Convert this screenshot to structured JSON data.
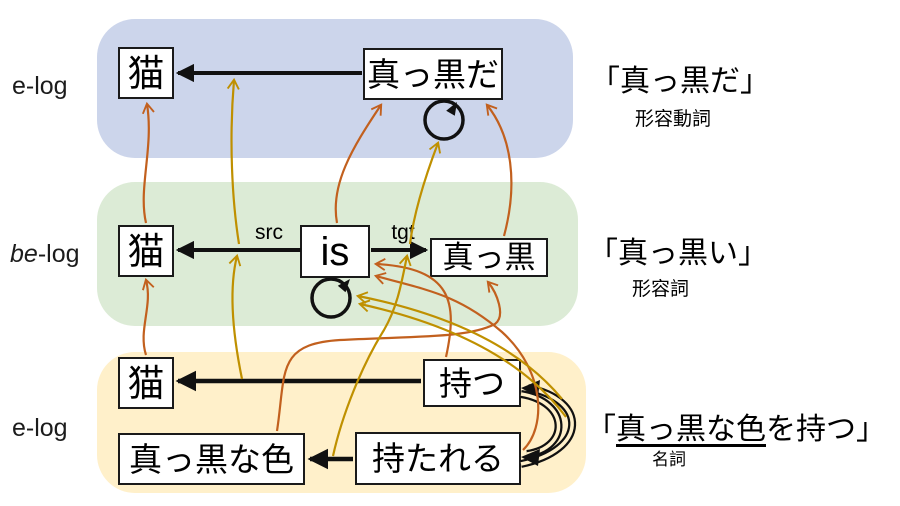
{
  "palette": {
    "orange": "#C2601E",
    "yellow": "#BF9000",
    "ink": "#111111",
    "band_blue": "#CCD5EB",
    "band_green": "#DCEBD6",
    "band_yellow": "#FFF0CA",
    "box_bg": "#FFFFFF",
    "box_border": "#1A1A1A"
  },
  "rows": [
    {
      "label_italic": "",
      "label_rest": "e-log",
      "caption": "「真っ黒だ」",
      "pos": "形容動詞"
    },
    {
      "label_italic": "be",
      "label_rest": "-log",
      "caption": "「真っ黒い」",
      "pos": "形容詞"
    },
    {
      "label_italic": "",
      "label_rest": "e-log",
      "caption_open": "「",
      "caption_underlined": "真っ黒な色",
      "caption_rest": "を持つ」",
      "pos": "名詞"
    }
  ],
  "nodes": {
    "cat_top": "猫",
    "black_pred_top": "真っ黒だ",
    "cat_mid": "猫",
    "is_verb": "is",
    "black_mid": "真っ黒",
    "cat_bottom": "猫",
    "have": "持つ",
    "black_color": "真っ黒な色",
    "be_had": "持たれる"
  },
  "edge_labels": {
    "src": "src",
    "tgt": "tgt"
  },
  "mappings": {
    "node_arrow_color": "#C2601E",
    "edge_arrow_color": "#BF9000",
    "node_maps": [
      {
        "from": "猫 (be-log)",
        "to": "猫 (e-log top)"
      },
      {
        "from": "is (be-log)",
        "to": "真っ黒だ (e-log top)"
      },
      {
        "from": "真っ黒 (be-log)",
        "to": "真っ黒だ (e-log top)"
      },
      {
        "from": "猫 (e-log bottom)",
        "to": "猫 (be-log)"
      },
      {
        "from": "真っ黒な色 (e-log bottom)",
        "to": "真っ黒 (be-log)"
      },
      {
        "from": "持つ (e-log bottom)",
        "to": "is (be-log)"
      },
      {
        "from": "持たれる (e-log bottom)",
        "to": "is (be-log)"
      }
    ],
    "edge_maps": [
      {
        "from": "src edge (be-log)",
        "to": "真っ黒だ→猫 edge (e-log top)"
      },
      {
        "from": "tgt edge (be-log)",
        "to": "真っ黒だ self-loop (e-log top)"
      },
      {
        "from": "持つ→猫 edge (e-log bottom)",
        "to": "src edge (be-log)"
      },
      {
        "from": "持たれる→真っ黒な色 edge (e-log bottom)",
        "to": "tgt edge (be-log)"
      },
      {
        "from": "持つ⇄持たれる edge 1 (e-log bottom)",
        "to": "is self-loop (be-log)"
      },
      {
        "from": "持つ⇄持たれる edge 2 (e-log bottom)",
        "to": "is self-loop (be-log)"
      }
    ]
  }
}
